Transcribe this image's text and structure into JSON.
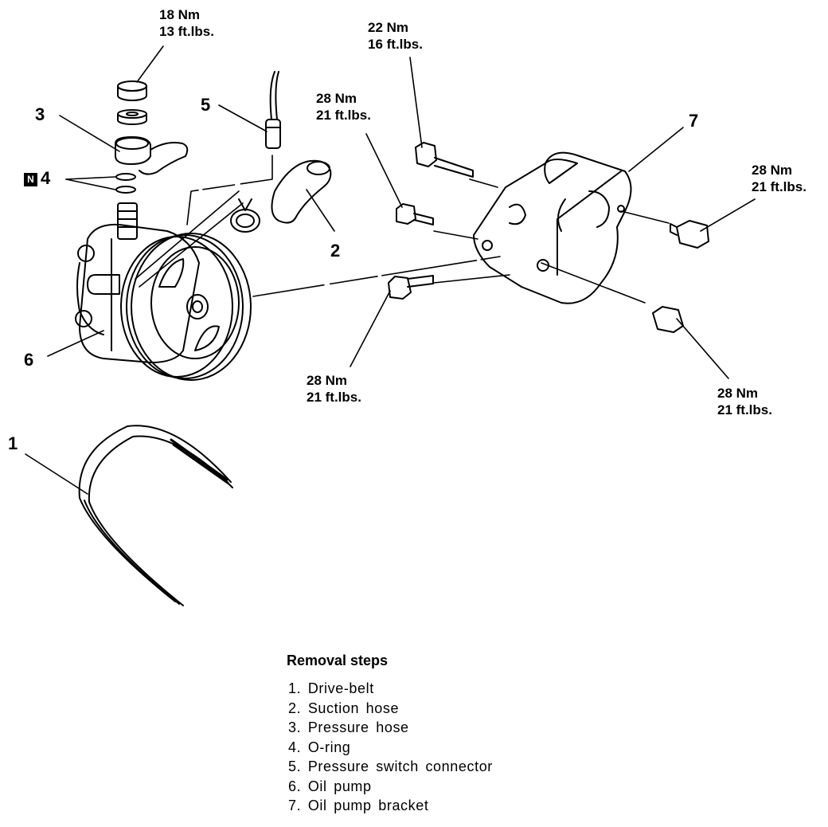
{
  "torque_labels": [
    {
      "id": "pressure-hose-bolt",
      "nm": "18 Nm",
      "ftlbs": "13 ft.lbs."
    },
    {
      "id": "long-bracket-bolt",
      "nm": "22 Nm",
      "ftlbs": "16 ft.lbs."
    },
    {
      "id": "upper-bracket-bolt",
      "nm": "28 Nm",
      "ftlbs": "21 ft.lbs."
    },
    {
      "id": "right-bracket-bolt",
      "nm": "28 Nm",
      "ftlbs": "21 ft.lbs."
    },
    {
      "id": "lower-bracket-bolt",
      "nm": "28 Nm",
      "ftlbs": "21 ft.lbs."
    },
    {
      "id": "lower-right-bracket-bolt",
      "nm": "28 Nm",
      "ftlbs": "21 ft.lbs."
    }
  ],
  "callouts": {
    "c1": "1",
    "c2": "2",
    "c3": "3",
    "c4": "4",
    "c5": "5",
    "c6": "6",
    "c7": "7",
    "n_symbol": "N"
  },
  "removal_steps": {
    "title": "Removal steps",
    "items": [
      "1. Drive-belt",
      "2. Suction hose",
      "3. Pressure hose",
      "4. O-ring",
      "5. Pressure switch connector",
      "6. Oil pump",
      "7. Oil pump bracket"
    ]
  }
}
